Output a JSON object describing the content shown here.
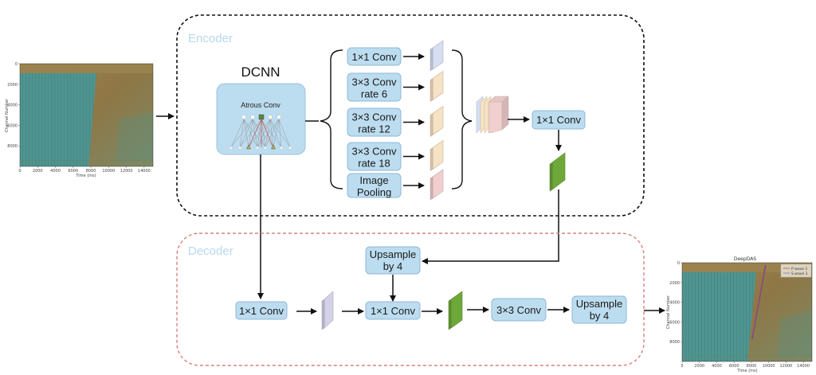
{
  "encoder": {
    "label": "Encoder",
    "dcnn_title": "DCNN",
    "atrous_label": "Atrous Conv",
    "aspp": [
      {
        "line1": "1×1 Conv",
        "line2": "",
        "feature_color": "#d6def2"
      },
      {
        "line1": "3×3 Conv",
        "line2": "rate 6",
        "feature_color": "#f6e2c4"
      },
      {
        "line1": "3×3 Conv",
        "line2": "rate 12",
        "feature_color": "#f6e2c4"
      },
      {
        "line1": "3×3 Conv",
        "line2": "rate 18",
        "feature_color": "#f6e2c4"
      },
      {
        "line1": "Image",
        "line2": "Pooling",
        "feature_color": "#f1cfcf"
      }
    ],
    "concat_conv": "1×1 Conv",
    "output_feature_color": "#6ea83a"
  },
  "decoder": {
    "label": "Decoder",
    "upsample_top": {
      "line1": "Upsample",
      "line2": "by 4"
    },
    "low_level_conv": "1×1 Conv",
    "low_level_feature_color": "#d4d2e8",
    "merge_conv": "1×1 Conv",
    "merge_feature_color": "#6ea83a",
    "refine_conv": "3×3 Conv",
    "upsample_final": {
      "line1": "Upsample",
      "line2": "by 4"
    }
  },
  "input_plot": {
    "title": "",
    "xlabel": "Time (ms)",
    "ylabel": "Channel Number",
    "xticks": [
      "0",
      "2000",
      "4000",
      "6000",
      "8000",
      "10000",
      "12000",
      "14000"
    ],
    "yticks": [
      "0",
      "2000",
      "4000",
      "6000",
      "8000"
    ]
  },
  "output_plot": {
    "title": "DeepDAS",
    "xlabel": "Time (ms)",
    "ylabel": "Channel Number",
    "xticks": [
      "0",
      "2000",
      "4000",
      "6000",
      "8000",
      "10000",
      "12000",
      "14000"
    ],
    "yticks": [
      "0",
      "2000",
      "4000",
      "6000",
      "8000"
    ],
    "legend": [
      {
        "label": "P wave 1",
        "color": "#c0504d"
      },
      {
        "label": "S wave 1",
        "color": "#7a7ac8"
      }
    ]
  },
  "colors": {
    "box_fill": "#bcdcef",
    "encoder_border": "#111111",
    "decoder_border": "#d98080",
    "seismic_teal": "#4f9490",
    "seismic_brown": "#9c7e4a"
  }
}
